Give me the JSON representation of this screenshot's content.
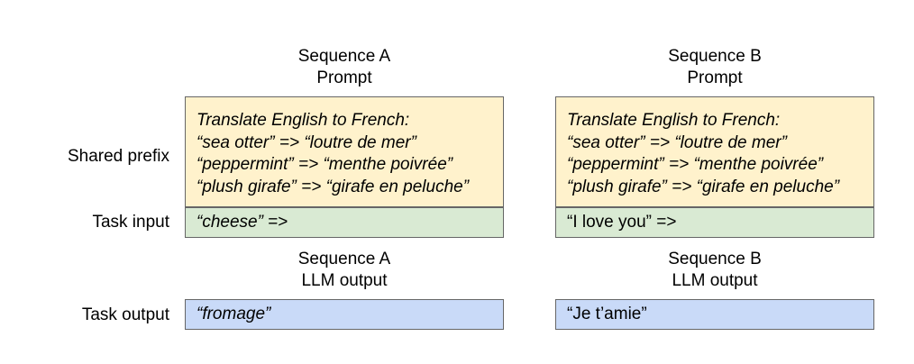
{
  "row_labels": {
    "shared_prefix": "Shared prefix",
    "task_input": "Task input",
    "task_output": "Task output"
  },
  "sequence_a": {
    "prompt_heading": [
      "Sequence A",
      "Prompt"
    ],
    "output_heading": [
      "Sequence A",
      "LLM output"
    ],
    "prefix_lines": [
      "Translate English to French:",
      "“sea otter” => “loutre de mer”",
      "“peppermint” => “menthe poivrée”",
      "“plush girafe” => “girafe en peluche”"
    ],
    "task_input": {
      "quoted": "“cheese”",
      "arrow": " =>"
    },
    "task_output": "“fromage”"
  },
  "sequence_b": {
    "prompt_heading": [
      "Sequence B",
      "Prompt"
    ],
    "output_heading": [
      "Sequence B",
      "LLM output"
    ],
    "prefix_lines": [
      "Translate English to French:",
      "“sea otter” => “loutre de mer”",
      "“peppermint” => “menthe poivrée”",
      "“plush girafe” => “girafe en peluche”"
    ],
    "task_input": "“I love you” =>",
    "task_output": "“Je t’amie”"
  },
  "colors": {
    "prefix_fill": "#fff2cc",
    "input_fill": "#d9ead3",
    "output_fill": "#c9daf8",
    "border": "#666666"
  }
}
